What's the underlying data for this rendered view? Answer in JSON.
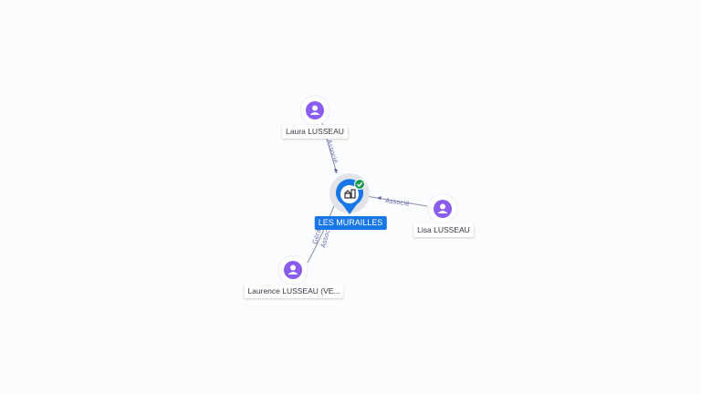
{
  "company": {
    "name": "LES MURAILLES",
    "icon": "building-icon",
    "status": "verified-check-icon",
    "color": "#1877e6"
  },
  "people": [
    {
      "id": "laura",
      "name": "Laura LUSSEAU",
      "icon": "person-icon"
    },
    {
      "id": "lisa",
      "name": "Lisa LUSSEAU",
      "icon": "person-icon"
    },
    {
      "id": "laurence",
      "name": "Laurence LUSSEAU (VE..."
    }
  ],
  "edges": [
    {
      "from": "laura",
      "label": "Associé"
    },
    {
      "from": "lisa",
      "label": "Associé"
    },
    {
      "from": "laurence",
      "label_line1": "Gérant",
      "label_line2": "Associé"
    }
  ],
  "colors": {
    "person": "#8a5cf0",
    "edge": "#8a8fa8",
    "edge_label": "#6c6fb0",
    "check": "#1f9d55"
  }
}
